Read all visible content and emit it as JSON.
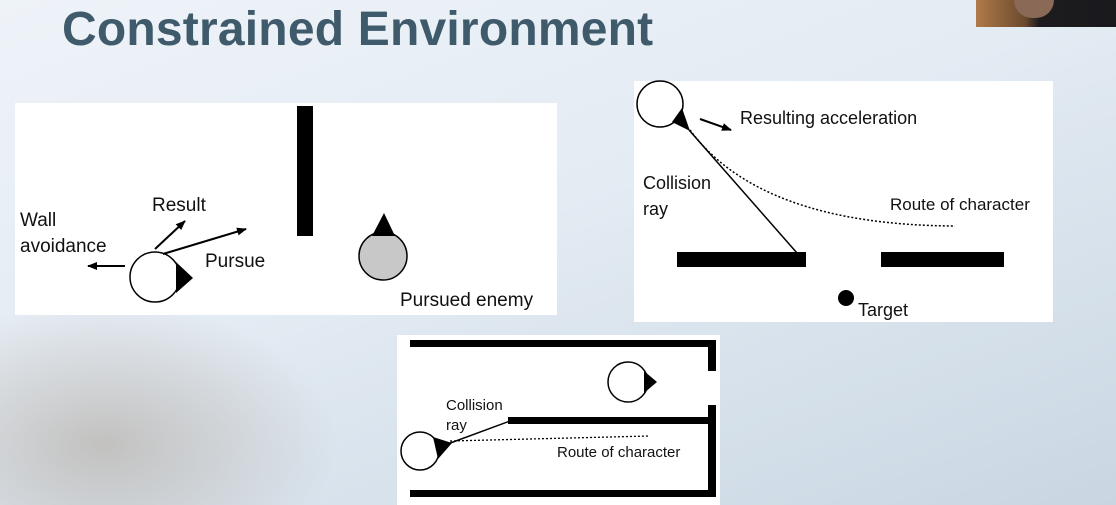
{
  "slide": {
    "title": "Constrained Environment"
  },
  "diagram_a": {
    "wall_avoidance_line1": "Wall",
    "wall_avoidance_line2": "avoidance",
    "result": "Result",
    "pursue": "Pursue",
    "pursued_enemy": "Pursued enemy"
  },
  "diagram_b": {
    "resulting_acceleration": "Resulting acceleration",
    "collision_line1": "Collision",
    "collision_line2": "ray",
    "route": "Route of character",
    "target": "Target"
  },
  "diagram_c": {
    "collision_line1": "Collision",
    "collision_line2": "ray",
    "route": "Route of character"
  },
  "colors": {
    "title": "#3e5a6b",
    "enemy_fill": "#c8c8c8"
  }
}
